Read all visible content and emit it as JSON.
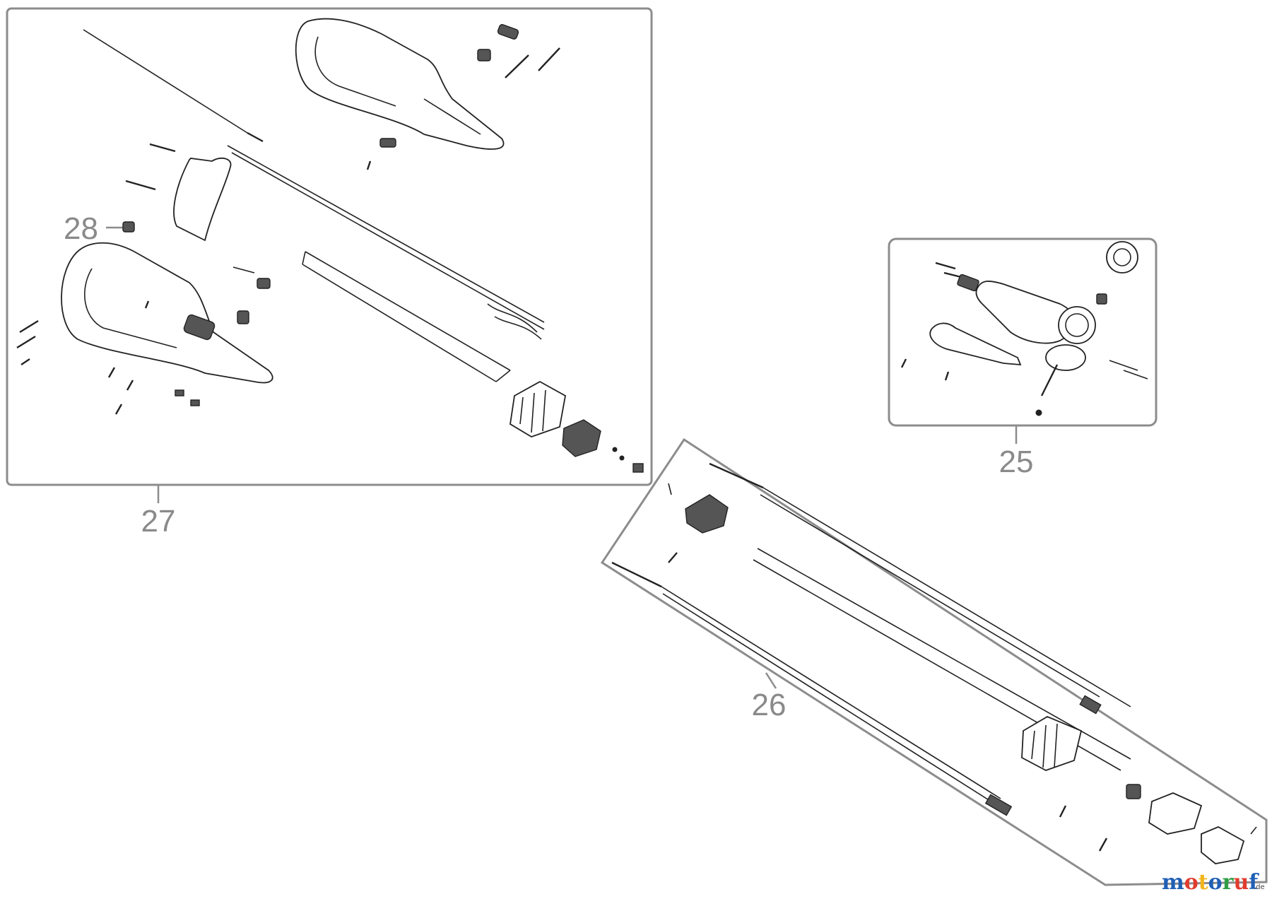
{
  "callouts": {
    "c25": "25",
    "c26": "26",
    "c27": "27",
    "c28": "28"
  },
  "logo": {
    "text": "motoruf",
    "suffix": ".de",
    "colors": [
      "#1f5fb5",
      "#e23b2d",
      "#f2b51c",
      "#1f5fb5",
      "#2f9e44",
      "#e23b2d",
      "#1f5fb5"
    ]
  },
  "colors": {
    "frame": "#8c8c8c",
    "callout": "#8a8a8a",
    "line_art": "#222222"
  }
}
